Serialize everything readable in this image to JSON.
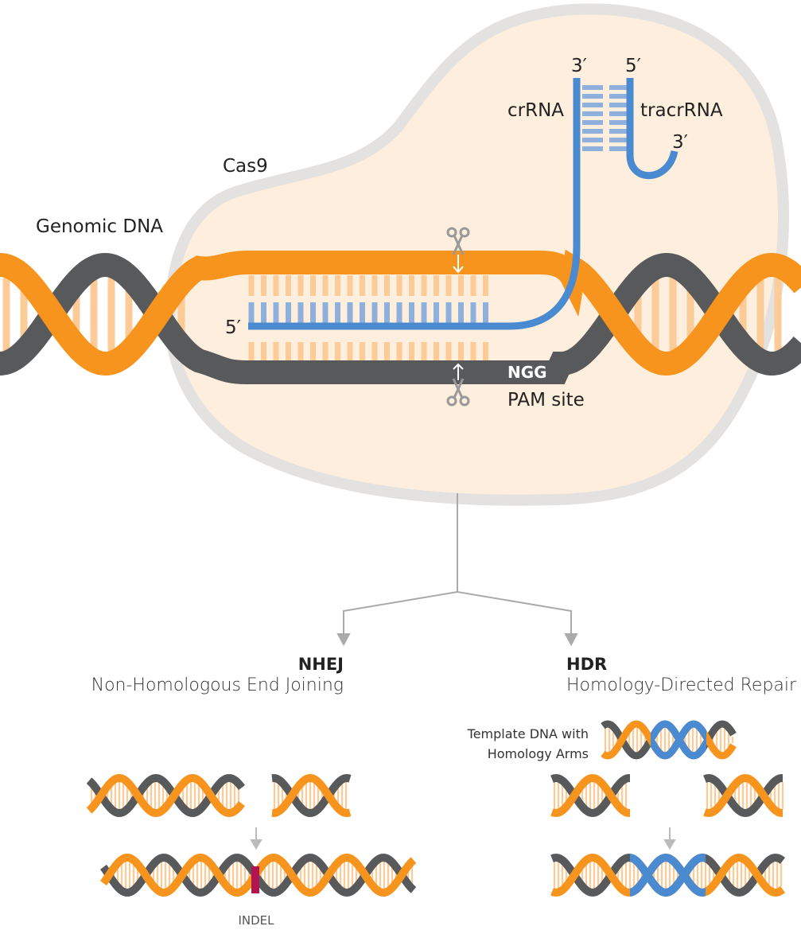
{
  "labels": {
    "genomic_dna": "Genomic DNA",
    "cas9": "Cas9",
    "crrna": "crRNA",
    "tracrrna": "tracrRNA",
    "crrna_3prime": "3′",
    "tracrrna_5prime": "5′",
    "tracrrna_3prime": "3′",
    "crrna_5prime": "5′",
    "ngg": "NGG",
    "pam_site": "PAM site"
  },
  "nhej": {
    "abbr": "NHEJ",
    "title": "Non-Homologous End Joining",
    "indel": "INDEL"
  },
  "hdr": {
    "abbr": "HDR",
    "title": "Homology-Directed Repair",
    "template_line1": "Template DNA with",
    "template_line2": "Homology Arms"
  },
  "colors": {
    "orange": "#f7941d",
    "gray": "#58595b",
    "blue": "#4a8ad0",
    "rung_orange": "#fdcb98",
    "rung_blue": "#8fb0dc",
    "cas9_fill": "#fdeedd",
    "cas9_outline": "#e4e2e0",
    "indel": "#b0154f",
    "arrow": "#aaaaaa"
  }
}
